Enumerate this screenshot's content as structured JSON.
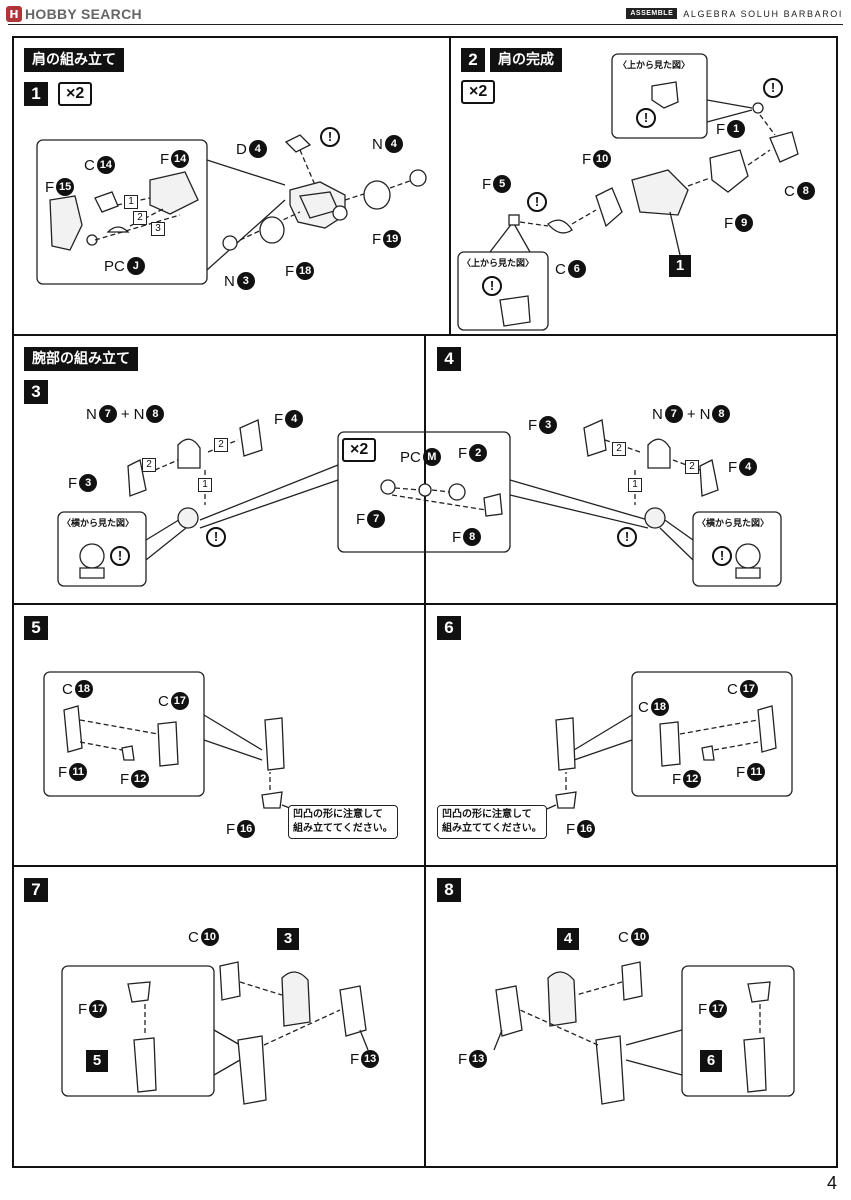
{
  "header": {
    "logo_text": "HOBBY SEARCH",
    "tag": "ASSEMBLE",
    "title": "ALGEBRA SOLUH BARBAROI"
  },
  "sections": {
    "shoulder_title": "肩の組み立て",
    "shoulder_complete_title": "肩の完成",
    "arm_title": "腕部の組み立て"
  },
  "steps": [
    "1",
    "2",
    "3",
    "4",
    "5",
    "6",
    "7",
    "8"
  ],
  "multiplier": "×2",
  "captions": {
    "top_view": "〈上から見た図〉",
    "side_view": "〈横から見た図〉",
    "bump_note_line1": "凹凸の形に注意して",
    "bump_note_line2": "組み立ててください。"
  },
  "caution_mark": "!",
  "step_refs": {
    "one": "1",
    "three": "3",
    "four": "4",
    "five": "5",
    "six": "6"
  },
  "substeps": [
    "1",
    "2",
    "3"
  ],
  "parts": {
    "s1_c14": {
      "l": "C",
      "n": "14"
    },
    "s1_f14": {
      "l": "F",
      "n": "14"
    },
    "s1_f15": {
      "l": "F",
      "n": "15"
    },
    "s1_pcj": {
      "l": "PC",
      "n": "J"
    },
    "s1_d4": {
      "l": "D",
      "n": "4"
    },
    "s1_n4": {
      "l": "N",
      "n": "4"
    },
    "s1_f19": {
      "l": "F",
      "n": "19"
    },
    "s1_n3": {
      "l": "N",
      "n": "3"
    },
    "s1_f18": {
      "l": "F",
      "n": "18"
    },
    "s2_f10": {
      "l": "F",
      "n": "10"
    },
    "s2_f5": {
      "l": "F",
      "n": "5"
    },
    "s2_f1": {
      "l": "F",
      "n": "1"
    },
    "s2_c8": {
      "l": "C",
      "n": "8"
    },
    "s2_f9": {
      "l": "F",
      "n": "9"
    },
    "s2_c6": {
      "l": "C",
      "n": "6"
    },
    "s3_n7": {
      "l": "N",
      "n": "7"
    },
    "s3_n8": {
      "l": "N",
      "n": "8"
    },
    "s3_f4": {
      "l": "F",
      "n": "4"
    },
    "s3_f3": {
      "l": "F",
      "n": "3"
    },
    "mid_pcm": {
      "l": "PC",
      "n": "M"
    },
    "mid_f2": {
      "l": "F",
      "n": "2"
    },
    "mid_f7": {
      "l": "F",
      "n": "7"
    },
    "mid_f8": {
      "l": "F",
      "n": "8"
    },
    "s4_f3": {
      "l": "F",
      "n": "3"
    },
    "s4_n7": {
      "l": "N",
      "n": "7"
    },
    "s4_n8": {
      "l": "N",
      "n": "8"
    },
    "s4_f4": {
      "l": "F",
      "n": "4"
    },
    "s5_c18": {
      "l": "C",
      "n": "18"
    },
    "s5_c17": {
      "l": "C",
      "n": "17"
    },
    "s5_f11": {
      "l": "F",
      "n": "11"
    },
    "s5_f12": {
      "l": "F",
      "n": "12"
    },
    "s5_f16": {
      "l": "F",
      "n": "16"
    },
    "s6_c18": {
      "l": "C",
      "n": "18"
    },
    "s6_c17": {
      "l": "C",
      "n": "17"
    },
    "s6_f12": {
      "l": "F",
      "n": "12"
    },
    "s6_f11": {
      "l": "F",
      "n": "11"
    },
    "s6_f16": {
      "l": "F",
      "n": "16"
    },
    "s7_c10": {
      "l": "C",
      "n": "10"
    },
    "s7_f17": {
      "l": "F",
      "n": "17"
    },
    "s7_f13": {
      "l": "F",
      "n": "13"
    },
    "s8_c10": {
      "l": "C",
      "n": "10"
    },
    "s8_f17": {
      "l": "F",
      "n": "17"
    },
    "s8_f13": {
      "l": "F",
      "n": "13"
    }
  },
  "page_number": "4"
}
